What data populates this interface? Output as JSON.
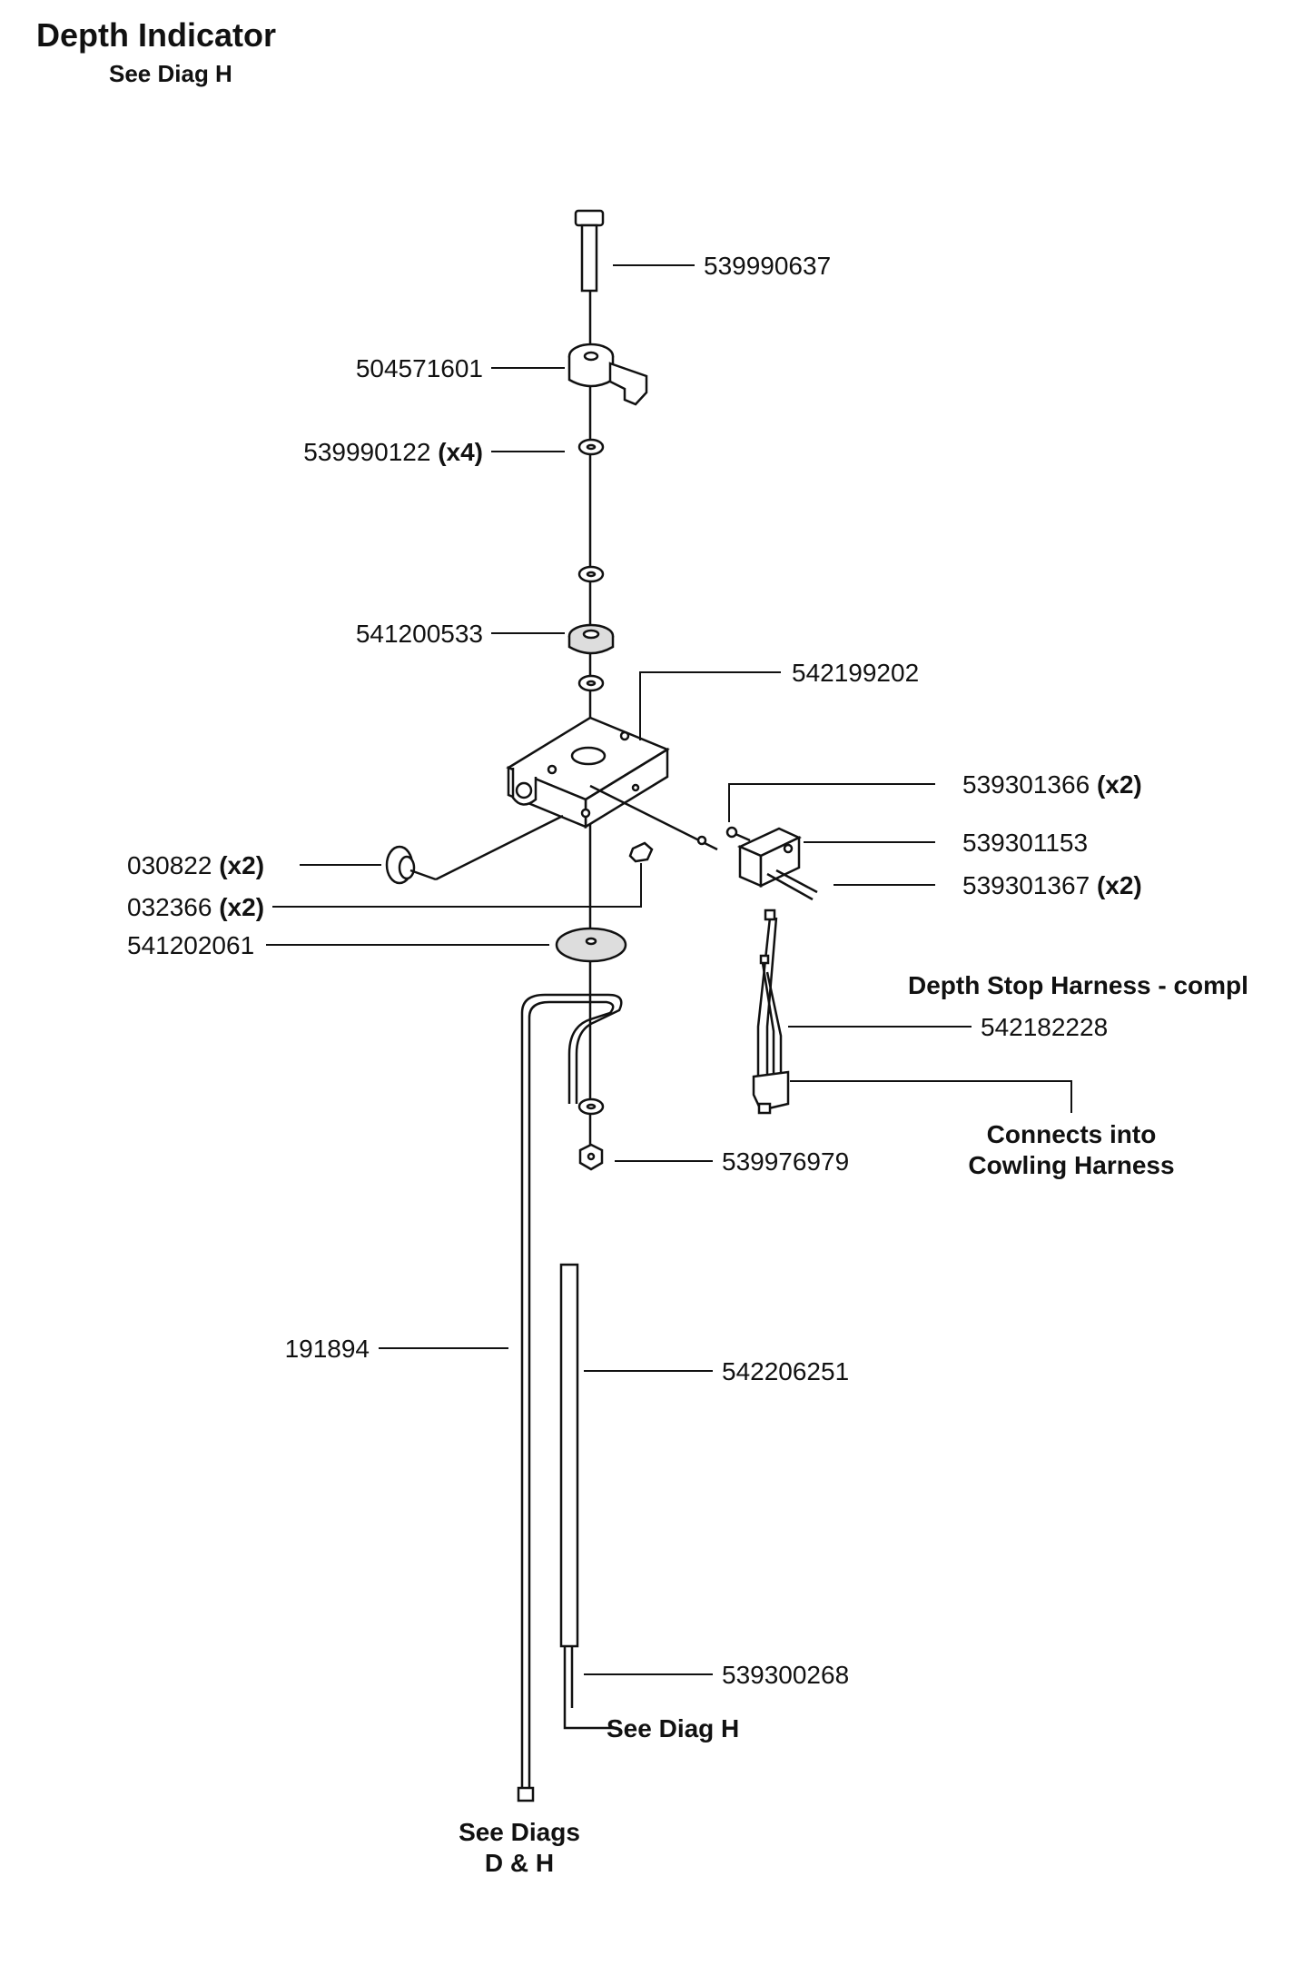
{
  "header": {
    "title": "Depth Indicator",
    "subtitle": "See Diag H"
  },
  "callouts": {
    "p539990637": {
      "number": "539990637",
      "qty": ""
    },
    "p504571601": {
      "number": "504571601",
      "qty": ""
    },
    "p539990122": {
      "number": "539990122",
      "qty": "(x4)"
    },
    "p541200533": {
      "number": "541200533",
      "qty": ""
    },
    "p542199202": {
      "number": "542199202",
      "qty": ""
    },
    "p539301366": {
      "number": "539301366",
      "qty": "(x2)"
    },
    "p539301153": {
      "number": "539301153",
      "qty": ""
    },
    "p539301367": {
      "number": "539301367",
      "qty": "(x2)"
    },
    "p030822": {
      "number": "030822",
      "qty": "(x2)"
    },
    "p032366": {
      "number": "032366",
      "qty": "(x2)"
    },
    "p541202061": {
      "number": "541202061",
      "qty": ""
    },
    "p542182228": {
      "number": "542182228",
      "qty": "",
      "heading": "Depth Stop Harness - compl"
    },
    "p539976979": {
      "number": "539976979",
      "qty": ""
    },
    "p191894": {
      "number": "191894",
      "qty": ""
    },
    "p542206251": {
      "number": "542206251",
      "qty": ""
    },
    "p539300268": {
      "number": "539300268",
      "qty": ""
    }
  },
  "notes": {
    "cowling_line1": "Connects into",
    "cowling_line2": "Cowling Harness",
    "see_diag_h": "See  Diag H",
    "see_diags_line1": "See Diags",
    "see_diags_line2": "D & H"
  }
}
